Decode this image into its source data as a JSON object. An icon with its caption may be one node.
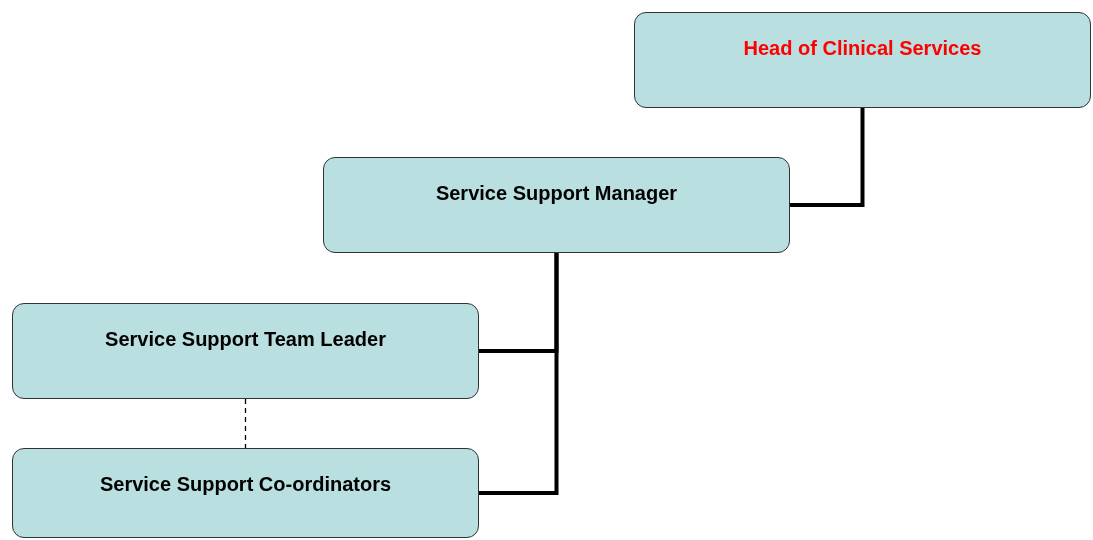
{
  "diagram": {
    "nodes": [
      {
        "text": [
          "Head of Clinical Services"
        ]
      },
      {
        "text": [
          "Service Support Manager"
        ]
      },
      {
        "text": [
          "Service Support Team Leader"
        ]
      },
      {
        "text": [
          "Service Support Co-ordinators"
        ]
      }
    ],
    "edges": [
      {
        "from": 0,
        "to": 1,
        "arrow": "none"
      },
      {
        "from": 1,
        "to": 2,
        "arrow": "none"
      },
      {
        "from": 1,
        "to": 3,
        "arrow": "none"
      },
      {
        "from": 2,
        "to": 3,
        "arrow": "none",
        "style": "dashed"
      }
    ]
  }
}
